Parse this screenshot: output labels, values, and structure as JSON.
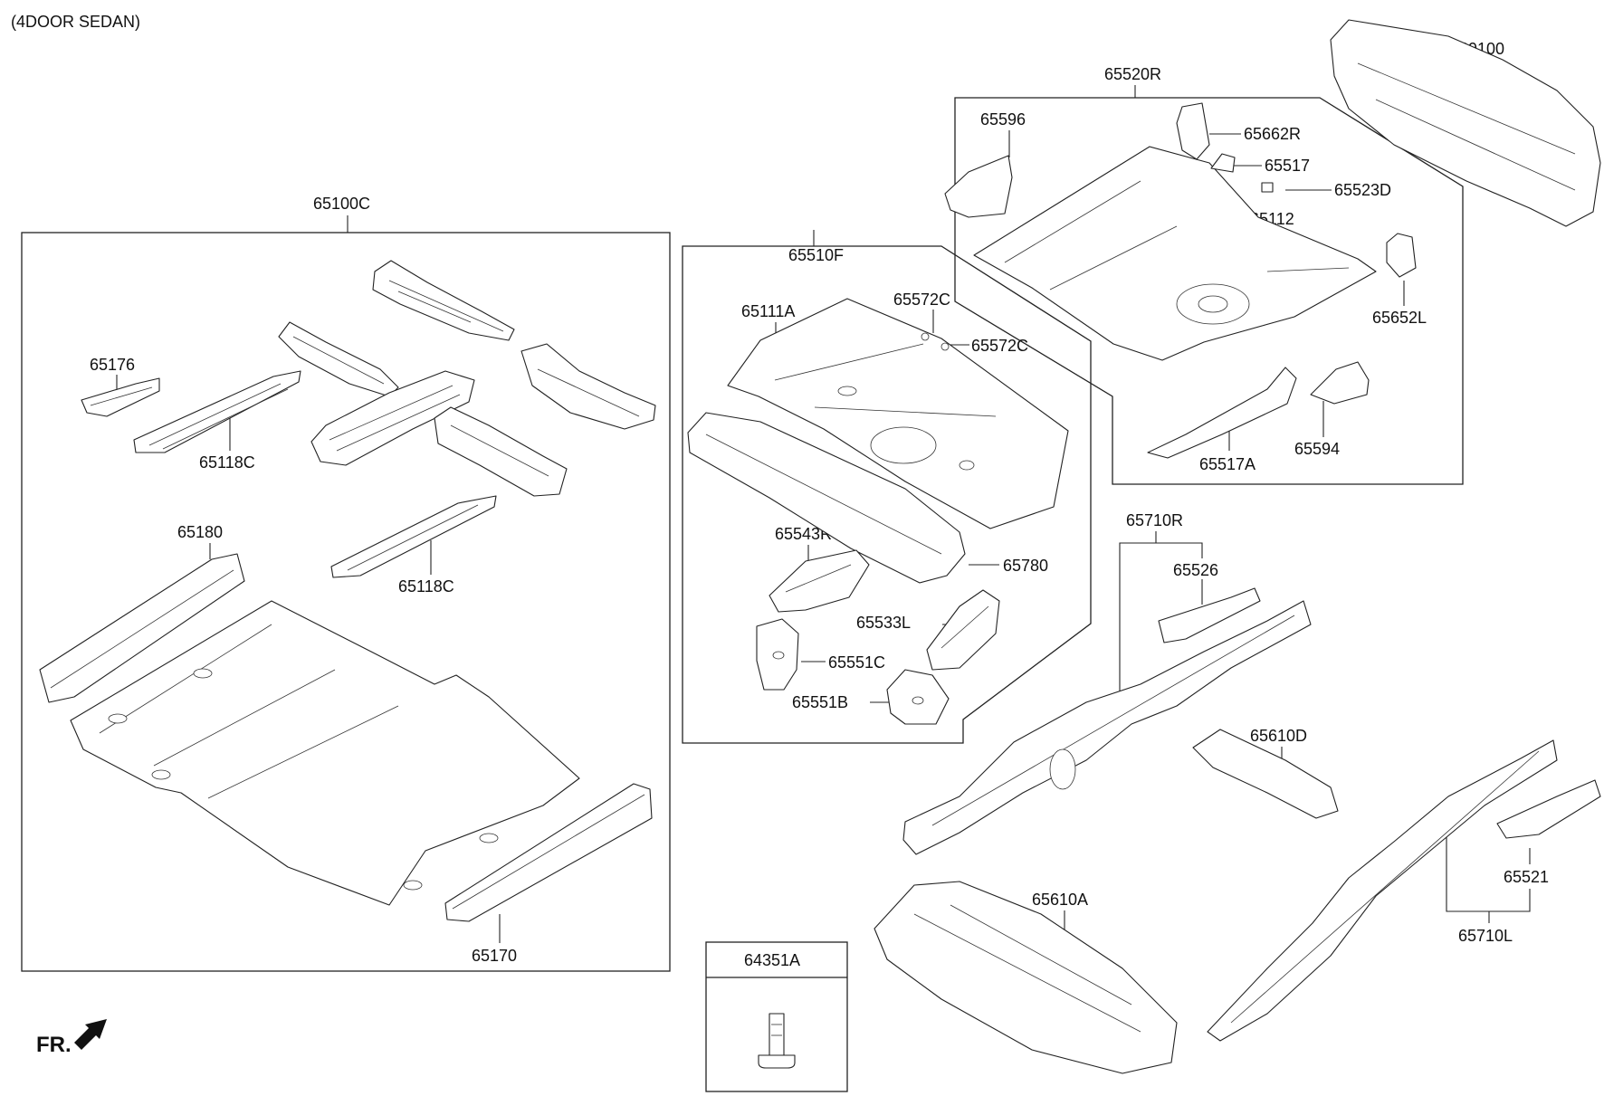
{
  "header": {
    "variant": "(4DOOR SEDAN)"
  },
  "direction": {
    "front": "FR."
  },
  "labels": {
    "p65100C": "65100C",
    "p65176": "65176",
    "p65118C_a": "65118C",
    "p65118C_b": "65118C",
    "p65180": "65180",
    "p65170": "65170",
    "p65510F": "65510F",
    "p65111A": "65111A",
    "p65572C_a": "65572C",
    "p65572C_b": "65572C",
    "p65780": "65780",
    "p65543R": "65543R",
    "p65533L": "65533L",
    "p65551C": "65551C",
    "p65551B": "65551B",
    "p65520R": "65520R",
    "p65596": "65596",
    "p65662R": "65662R",
    "p65517": "65517",
    "p65523D": "65523D",
    "p65112": "65112",
    "p65652L": "65652L",
    "p65517A": "65517A",
    "p65594": "65594",
    "p69100": "69100",
    "p65710R": "65710R",
    "p65526": "65526",
    "p65610D": "65610D",
    "p65610A": "65610A",
    "p65521": "65521",
    "p65710L": "65710L",
    "p64351A": "64351A"
  }
}
